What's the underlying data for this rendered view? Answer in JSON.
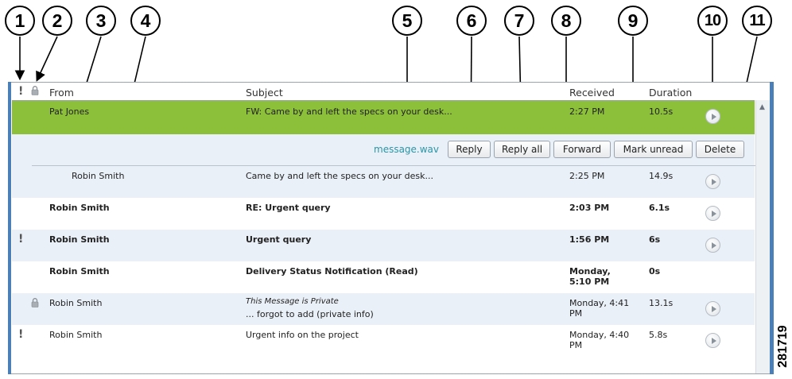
{
  "callouts": [
    "1",
    "2",
    "3",
    "4",
    "5",
    "6",
    "7",
    "8",
    "9",
    "10",
    "11"
  ],
  "figure_number": "281719",
  "header": {
    "priority_icon": "!",
    "from": "From",
    "subject": "Subject",
    "received": "Received",
    "duration": "Duration"
  },
  "selected": {
    "from": "Pat Jones",
    "subject": "FW: Came by and left the specs on your desk...",
    "received": "2:27 PM",
    "duration": "10.5s"
  },
  "action_bar": {
    "attachment": "message.wav",
    "buttons": [
      "Reply",
      "Reply all",
      "Forward",
      "Mark unread",
      "Delete"
    ]
  },
  "thread_row": {
    "from": "Robin Smith",
    "subject": "Came by and left the specs on your desk...",
    "received": "2:25 PM",
    "duration": "14.9s"
  },
  "messages": [
    {
      "from": "Robin Smith",
      "subject": "RE: Urgent query",
      "received": "2:03 PM",
      "duration": "6.1s"
    },
    {
      "from": "Robin Smith",
      "subject": "Urgent query",
      "received": "1:56 PM",
      "duration": "6s",
      "flag": "!"
    },
    {
      "from": "Robin Smith",
      "subject": "Delivery Status Notification (Read)",
      "received1": "Monday,",
      "received2": "5:10 PM",
      "duration": "0s"
    },
    {
      "from": "Robin Smith",
      "subject_private": "This Message is Private",
      "subject": "... forgot to add (private info)",
      "received1": "Monday, 4:41",
      "received2": "PM",
      "duration": "13.1s"
    },
    {
      "from": "Robin Smith",
      "subject": "Urgent info on the project",
      "received1": "Monday, 4:40",
      "received2": "PM",
      "duration": "5.8s",
      "flag": "!"
    }
  ]
}
